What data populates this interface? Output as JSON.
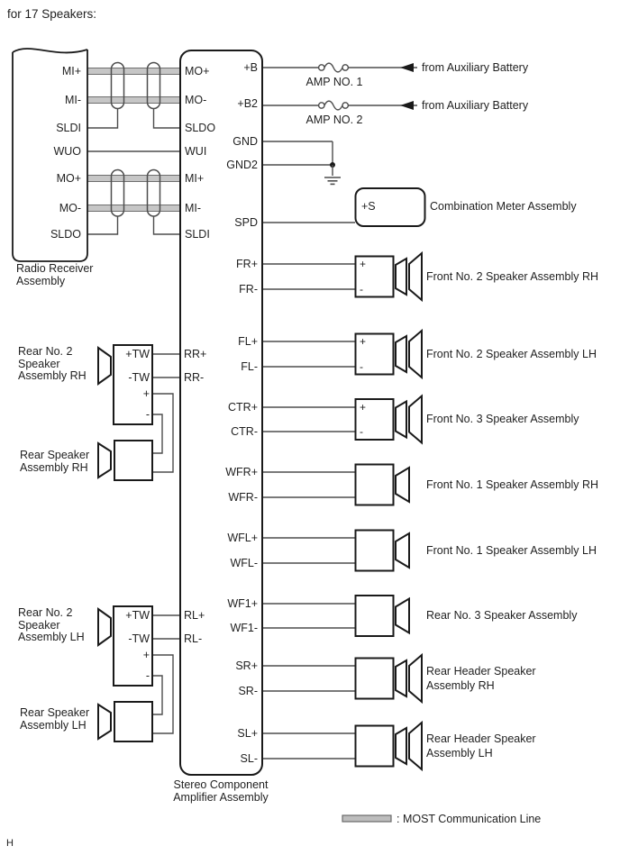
{
  "title": "for 17 Speakers:",
  "footer_marker": "H",
  "colors": {
    "wire": "#4d4d4d",
    "outline": "#1a1a1a",
    "most_line_fill": "#c6c6c6"
  },
  "radio_receiver": {
    "label_lines": [
      "Radio Receiver",
      "Assembly"
    ],
    "pins": [
      "MI+",
      "MI-",
      "SLDI",
      "WUO",
      "MO+",
      "MO-",
      "SLDO"
    ]
  },
  "amplifier": {
    "label_lines": [
      "Stereo Component",
      "Amplifier Assembly"
    ],
    "left_pins": [
      "MO+",
      "MO-",
      "SLDO",
      "WUI",
      "MI+",
      "MI-",
      "SLDI"
    ],
    "rear_pins": [
      "RR+",
      "RR-",
      "RL+",
      "RL-"
    ],
    "right_pins": [
      "+B",
      "+B2",
      "GND",
      "GND2",
      "SPD",
      "FR+",
      "FR-",
      "FL+",
      "FL-",
      "CTR+",
      "CTR-",
      "WFR+",
      "WFR-",
      "WFL+",
      "WFL-",
      "WF1+",
      "WF1-",
      "SR+",
      "SR-",
      "SL+",
      "SL-"
    ]
  },
  "power": {
    "fuses": [
      {
        "label": "AMP NO. 1",
        "source": "from Auxiliary Battery"
      },
      {
        "label": "AMP NO. 2",
        "source": "from Auxiliary Battery"
      }
    ]
  },
  "combination_meter": {
    "pin": "+S",
    "label": "Combination Meter Assembly"
  },
  "speakers": [
    {
      "pin_plus": "+",
      "pin_minus": "-",
      "label_lines": [
        "Front No. 2 Speaker Assembly RH"
      ]
    },
    {
      "pin_plus": "+",
      "pin_minus": "-",
      "label_lines": [
        "Front No. 2 Speaker Assembly LH"
      ]
    },
    {
      "pin_plus": "+",
      "pin_minus": "-",
      "label_lines": [
        "Front No. 3 Speaker Assembly"
      ]
    },
    {
      "label_lines": [
        "Front No. 1 Speaker Assembly RH"
      ]
    },
    {
      "label_lines": [
        "Front No. 1 Speaker Assembly LH"
      ]
    },
    {
      "label_lines": [
        "Rear No. 3 Speaker Assembly"
      ]
    },
    {
      "label_lines": [
        "Rear Header Speaker",
        "Assembly RH"
      ]
    },
    {
      "label_lines": [
        "Rear Header Speaker",
        "Assembly LH"
      ]
    }
  ],
  "rear_modules": {
    "rh": {
      "label_lines": [
        "Rear No. 2",
        "Speaker",
        "Assembly RH"
      ],
      "pins": [
        "+TW",
        "-TW",
        "+",
        "-"
      ],
      "woofer_label_lines": [
        "Rear Speaker",
        "Assembly RH"
      ]
    },
    "lh": {
      "label_lines": [
        "Rear No. 2",
        "Speaker",
        "Assembly LH"
      ],
      "pins": [
        "+TW",
        "-TW",
        "+",
        "-"
      ],
      "woofer_label_lines": [
        "Rear Speaker",
        "Assembly LH"
      ]
    }
  },
  "legend": {
    "label": ": MOST Communication Line"
  }
}
